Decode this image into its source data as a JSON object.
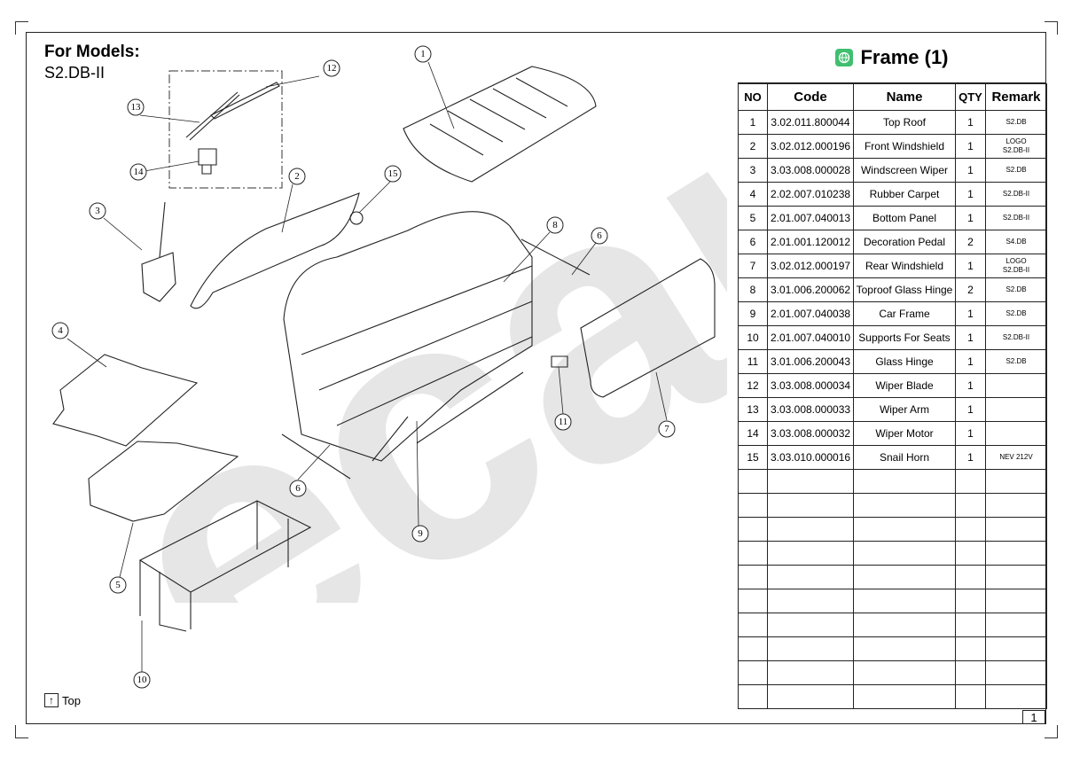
{
  "models": {
    "heading": "For Models:",
    "value": "S2.DB-II"
  },
  "watermark": {
    "text": "ecar"
  },
  "nav": {
    "top_label": "Top",
    "top_icon": "arrow-up-icon"
  },
  "table": {
    "title": "Frame (1)",
    "title_icon": "globe-icon",
    "headers": {
      "no": "NO",
      "code": "Code",
      "name": "Name",
      "qty": "QTY",
      "remark": "Remark"
    },
    "rows": [
      {
        "no": "1",
        "code": "3.02.011.800044",
        "name": "Top Roof",
        "qty": "1",
        "remark": [
          "S2.DB"
        ]
      },
      {
        "no": "2",
        "code": "3.02.012.000196",
        "name": "Front Windshield",
        "qty": "1",
        "remark": [
          "LOGO",
          "S2.DB-II"
        ]
      },
      {
        "no": "3",
        "code": "3.03.008.000028",
        "name": "Windscreen  Wiper",
        "qty": "1",
        "remark": [
          "S2.DB"
        ]
      },
      {
        "no": "4",
        "code": "2.02.007.010238",
        "name": "Rubber Carpet",
        "qty": "1",
        "remark": [
          "S2.DB-II"
        ]
      },
      {
        "no": "5",
        "code": "2.01.007.040013",
        "name": "Bottom Panel",
        "qty": "1",
        "remark": [
          "S2.DB-II"
        ]
      },
      {
        "no": "6",
        "code": "2.01.001.120012",
        "name": "Decoration Pedal",
        "qty": "2",
        "remark": [
          "S4.DB"
        ]
      },
      {
        "no": "7",
        "code": "3.02.012.000197",
        "name": "Rear Windshield",
        "qty": "1",
        "remark": [
          "LOGO",
          "S2.DB-II"
        ]
      },
      {
        "no": "8",
        "code": "3.01.006.200062",
        "name": "Toproof Glass Hinge",
        "qty": "2",
        "remark": [
          "S2.DB"
        ]
      },
      {
        "no": "9",
        "code": "2.01.007.040038",
        "name": "Car Frame",
        "qty": "1",
        "remark": [
          "S2.DB"
        ]
      },
      {
        "no": "10",
        "code": "2.01.007.040010",
        "name": "Supports For Seats",
        "qty": "1",
        "remark": [
          "S2.DB-II"
        ]
      },
      {
        "no": "11",
        "code": "3.01.006.200043",
        "name": "Glass Hinge",
        "qty": "1",
        "remark": [
          "S2.DB"
        ]
      },
      {
        "no": "12",
        "code": "3.03.008.000034",
        "name": "Wiper Blade",
        "qty": "1",
        "remark": []
      },
      {
        "no": "13",
        "code": "3.03.008.000033",
        "name": "Wiper Arm",
        "qty": "1",
        "remark": []
      },
      {
        "no": "14",
        "code": "3.03.008.000032",
        "name": "Wiper Motor",
        "qty": "1",
        "remark": []
      },
      {
        "no": "15",
        "code": "3.03.010.000016",
        "name": "Snail Horn",
        "qty": "1",
        "remark": [
          "NEV 212V"
        ]
      }
    ],
    "empty_rows": 10
  },
  "callouts": [
    "1",
    "2",
    "3",
    "4",
    "5",
    "6",
    "6",
    "7",
    "8",
    "9",
    "10",
    "11",
    "12",
    "13",
    "14",
    "15"
  ],
  "page_number": "1"
}
